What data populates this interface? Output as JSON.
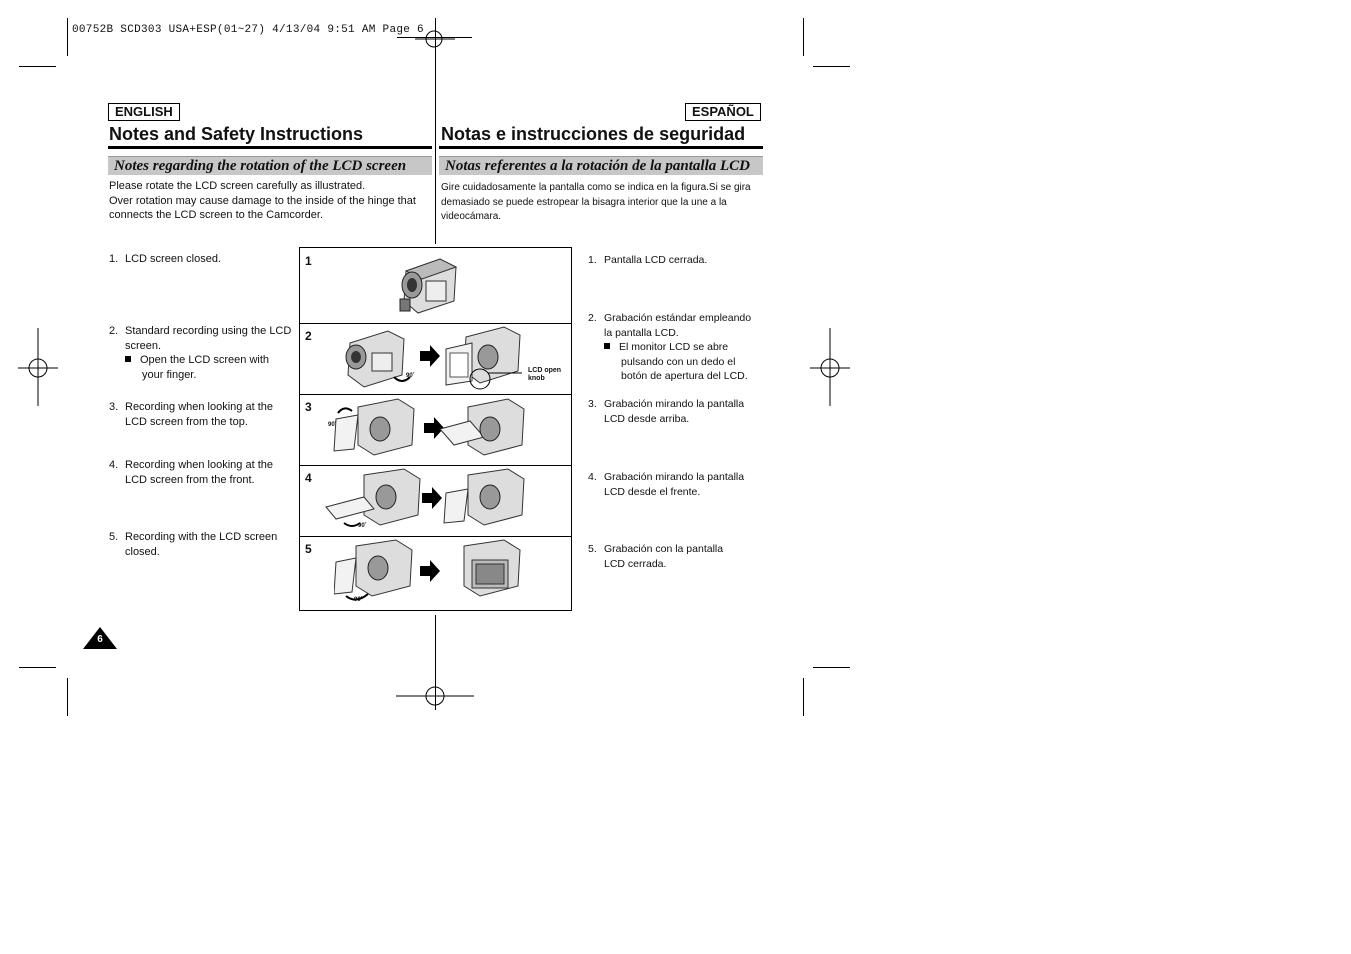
{
  "slug": "00752B SCD303 USA+ESP(01~27)  4/13/04 9:51 AM  Page 6",
  "english": {
    "tag": "ENGLISH",
    "title": "Notes and Safety Instructions",
    "subheading": "Notes regarding the rotation of the LCD screen",
    "intro": [
      "Please rotate the LCD screen carefully as illustrated.",
      "Over rotation may cause damage to the inside of the hinge that",
      "connects the LCD screen to the Camcorder."
    ],
    "items": [
      {
        "num": "1.",
        "lines": [
          "LCD screen closed."
        ]
      },
      {
        "num": "2.",
        "lines": [
          "Standard recording using the LCD",
          "screen."
        ],
        "sub": [
          "Open the LCD screen with",
          "your finger."
        ]
      },
      {
        "num": "3.",
        "lines": [
          "Recording when looking at the",
          "LCD screen from the top."
        ]
      },
      {
        "num": "4.",
        "lines": [
          "Recording when looking at the",
          "LCD screen from the front."
        ]
      },
      {
        "num": "5.",
        "lines": [
          "Recording with the LCD screen",
          "closed."
        ]
      }
    ]
  },
  "spanish": {
    "tag": "ESPAÑOL",
    "title": "Notas e instrucciones de seguridad",
    "subheading": "Notas referentes a la rotación de la pantalla LCD",
    "intro": [
      "Gire cuidadosamente la pantalla como se indica en la figura.Si se gira",
      "demasiado se puede estropear la bisagra interior que la une a la",
      "videocámara."
    ],
    "items": [
      {
        "num": "1.",
        "lines": [
          "Pantalla LCD cerrada."
        ]
      },
      {
        "num": "2.",
        "lines": [
          "Grabación estándar empleando",
          "la pantalla LCD."
        ],
        "sub": [
          "El monitor LCD se abre",
          "pulsando con un dedo el",
          "botón de apertura del LCD."
        ]
      },
      {
        "num": "3.",
        "lines": [
          "Grabación mirando la pantalla",
          "LCD desde arriba."
        ]
      },
      {
        "num": "4.",
        "lines": [
          "Grabación mirando la pantalla",
          "LCD desde el frente."
        ]
      },
      {
        "num": "5.",
        "lines": [
          "Grabación con la pantalla",
          "LCD cerrada."
        ]
      }
    ]
  },
  "figure": {
    "panels": [
      "1",
      "2",
      "3",
      "4",
      "5"
    ],
    "knob_label_1": "LCD open",
    "knob_label_2": "knob",
    "angle_label": "90˚"
  },
  "page_number": "6"
}
